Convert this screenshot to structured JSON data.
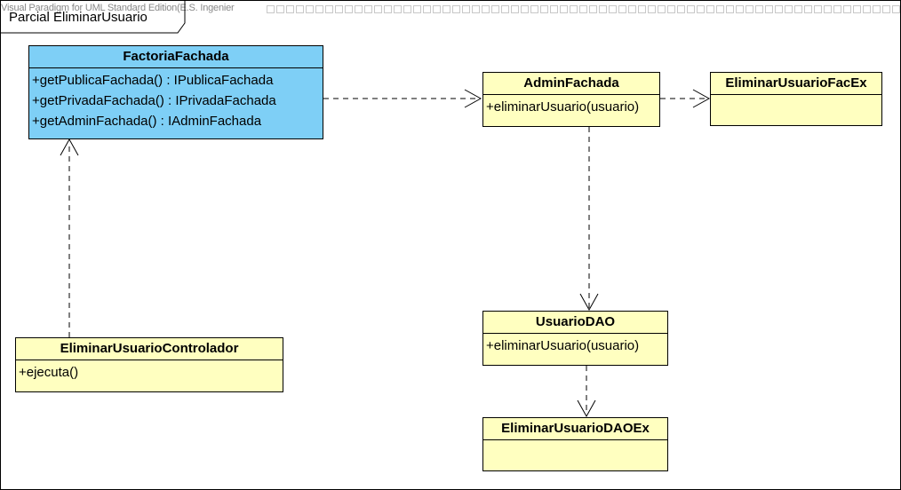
{
  "watermark": "Visual Paradigm for UML Standard Edition(E.S. Ingenier",
  "frame": {
    "title": "Parcial EliminarUsuario"
  },
  "classes": {
    "factoria": {
      "name": "FactoriaFachada",
      "operations": [
        "+getPublicaFachada() : IPublicaFachada",
        "+getPrivadaFachada() : IPrivadaFachada",
        "+getAdminFachada() : IAdminFachada"
      ]
    },
    "admin": {
      "name": "AdminFachada",
      "operations": [
        "+eliminarUsuario(usuario)"
      ]
    },
    "facex": {
      "name": "EliminarUsuarioFacEx"
    },
    "controlador": {
      "name": "EliminarUsuarioControlador",
      "operations": [
        "+ejecuta()"
      ]
    },
    "dao": {
      "name": "UsuarioDAO",
      "operations": [
        "+eliminarUsuario(usuario)"
      ]
    },
    "daoex": {
      "name": "EliminarUsuarioDAOEx"
    }
  },
  "colors": {
    "class_fill": "#ffffc0",
    "highlight_fill": "#7ecff6",
    "line": "#000000"
  }
}
